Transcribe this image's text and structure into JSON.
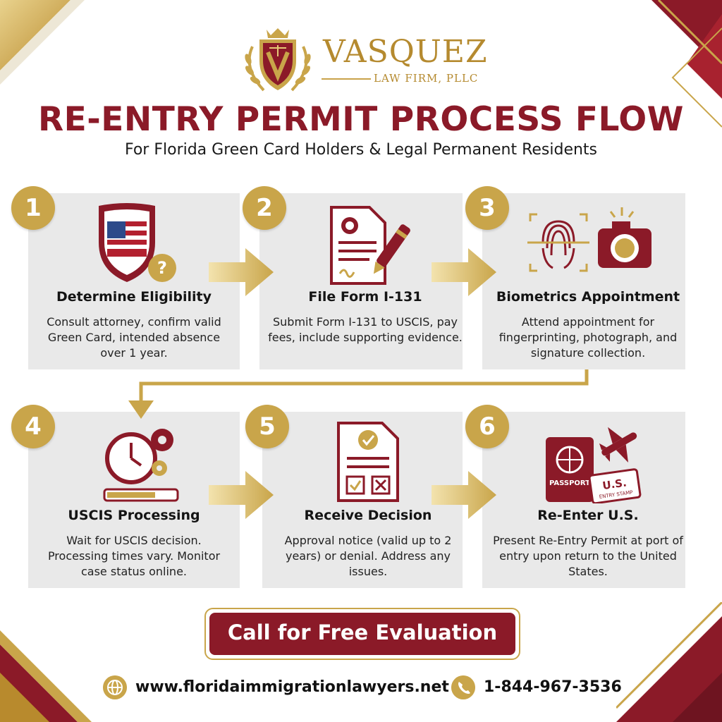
{
  "brand": {
    "name": "VASQUEZ",
    "subtitle": "LAW FIRM, PLLC"
  },
  "header": {
    "title": "RE-ENTRY PERMIT PROCESS FLOW",
    "subtitle": "For Florida Green Card Holders & Legal Permanent Residents"
  },
  "steps": [
    {
      "number": "1",
      "title": "Determine Eligibility",
      "description": "Consult attorney, confirm valid Green Card, intended absence over 1 year.",
      "icon": "shield-flag-question-icon"
    },
    {
      "number": "2",
      "title": "File Form I-131",
      "description": "Submit Form I-131 to USCIS, pay fees, include supporting evidence.",
      "icon": "document-pen-icon"
    },
    {
      "number": "3",
      "title": "Biometrics Appointment",
      "description": "Attend appointment for fingerprinting, photograph, and signature collection.",
      "icon": "fingerprint-camera-icon"
    },
    {
      "number": "4",
      "title": "USCIS Processing",
      "description": "Wait for USCIS decision. Processing times vary. Monitor case status online.",
      "icon": "clock-gears-icon"
    },
    {
      "number": "5",
      "title": "Receive Decision",
      "description": "Approval notice (valid up to 2 years) or denial. Address any issues.",
      "icon": "decision-document-icon"
    },
    {
      "number": "6",
      "title": "Re-Enter U.S.",
      "description": "Present Re-Entry Permit at port of entry upon return to the United States.",
      "icon": "passport-plane-icon"
    }
  ],
  "icon_text": {
    "passport": "PASSPORT",
    "stamp_main": "U.S.",
    "stamp_sub": "ENTRY STAMP"
  },
  "cta": {
    "label": "Call for Free Evaluation"
  },
  "contact": {
    "website": "www.floridaimmigrationlawyers.net",
    "phone": "1-844-967-3536"
  },
  "colors": {
    "burgundy": "#8b1a28",
    "gold": "#c9a54a",
    "card_bg": "#e9e9e9"
  }
}
